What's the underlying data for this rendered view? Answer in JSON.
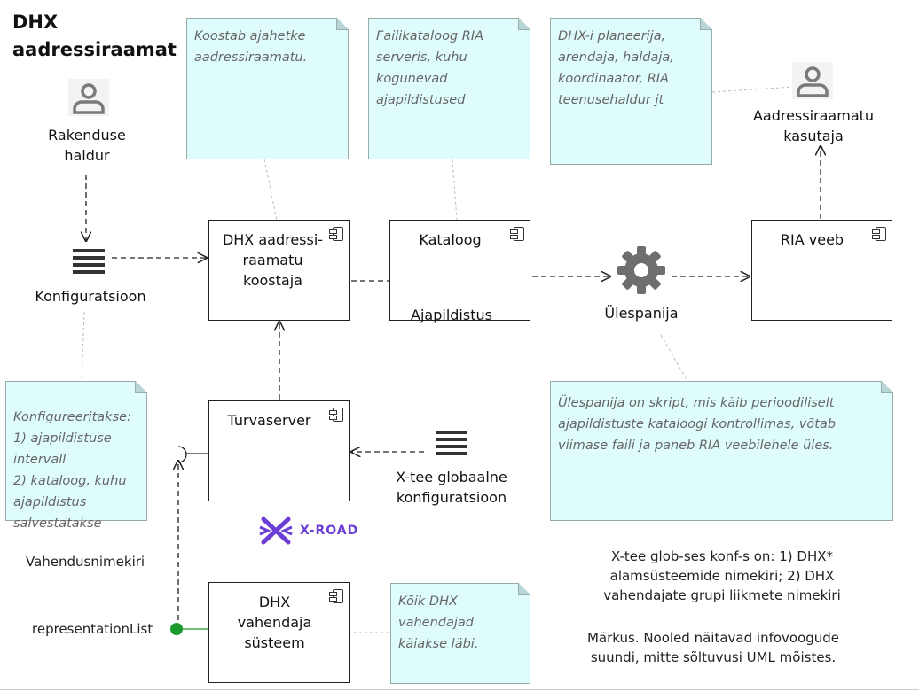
{
  "title": "DHX aadressiraamat",
  "actors": {
    "admin": "Rakenduse haldur",
    "user": "Aadressiraamatu kasutaja"
  },
  "components": {
    "builder": "DHX aadressi-raamatu koostaja",
    "catalog": "Kataloog",
    "ria_web": "RIA veeb",
    "security_server": "Turvaserver",
    "dhx_system": "DHX vahendaja süsteem"
  },
  "artifacts": {
    "configuration": "Konfiguratsioon",
    "snapshot": "Ajapildistus",
    "uploader": "Ülespanija",
    "global_conf": "X-tee globaalne konfiguratsioon"
  },
  "notes": {
    "builder": "Koostab ajahetke aadressiraamatu.",
    "catalog": "Failikataloog RIA serveris, kuhu kogunevad ajapildistused",
    "planners": "DHX-i planeerija, arendaja, haldaja, koordinaator, RIA teenusehaldur jt",
    "config": "Konfigureeritakse:\n1) ajapildistuse intervall\n2) kataloog, kuhu ajapildistus salvestatakse",
    "uploader": "Ülespanija on skript, mis käib perioodiliselt ajapildistuste kataloogi kontrollimas, võtab viimase faili ja paneb RIA veebilehele üles.",
    "dhx_system": "Kõik DHX vahendajad käiakse läbi."
  },
  "interface": {
    "name": "Vahendusnimekiri",
    "port": "representationList"
  },
  "logo": "X-ROAD",
  "remarks": {
    "global_conf": "X-tee glob-ses konf-s on: 1) DHX* alamsüsteemide nimekiri; 2) DHX vahendajate grupi liikmete nimekiri",
    "arrows": "Märkus. Nooled näitavad infovoogude suundi, mitte sõltuvusi UML mõistes."
  },
  "colors": {
    "note_fill": "#dffcfc",
    "port_green": "#1a9a2a",
    "logo_purple": "#6b3fd6",
    "icon_gray": "#7a7a7a"
  }
}
